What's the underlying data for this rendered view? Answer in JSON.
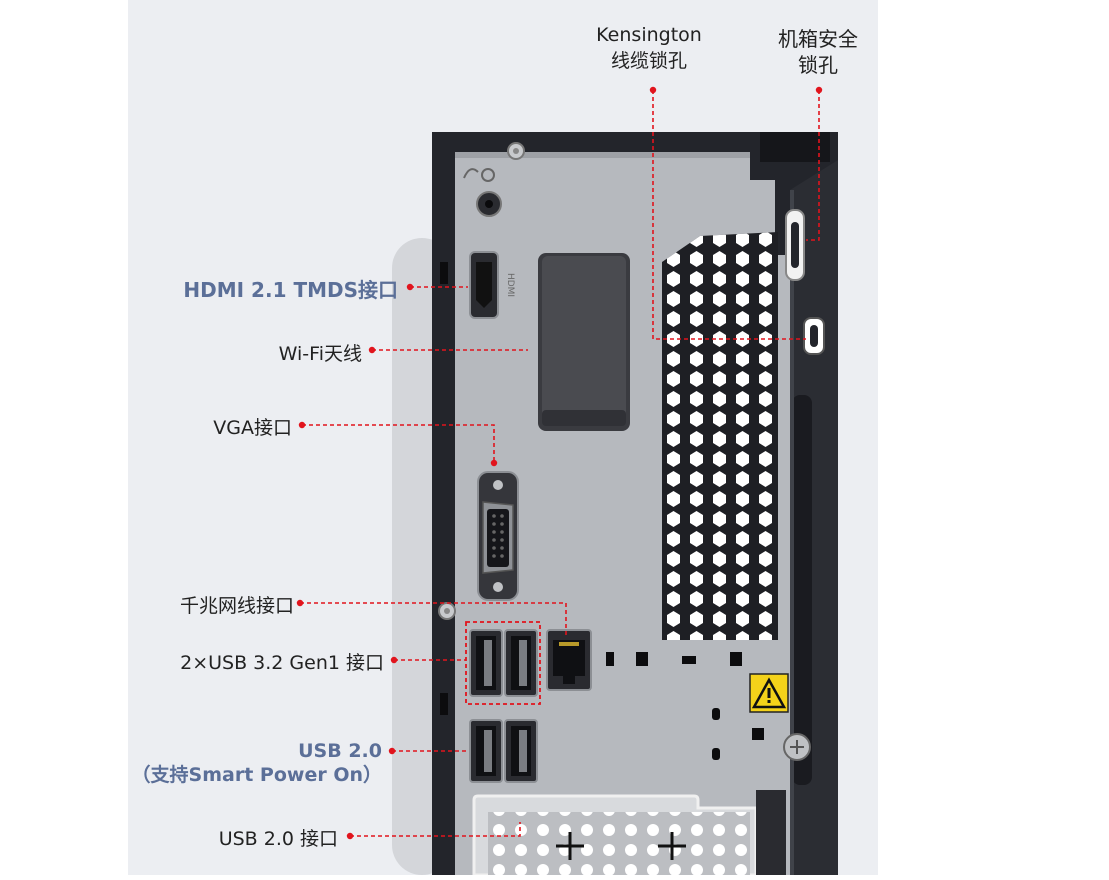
{
  "colors": {
    "page_bg": "#eceef2",
    "outer_bg": "#ffffff",
    "chassis_dark": "#23252b",
    "panel_metal": "#b6b9be",
    "grill": "#ffffff",
    "callout_line": "#e1141d",
    "accent_text": "#5b6f98",
    "label_text": "#222222",
    "warning_yellow": "#f4d21a"
  },
  "icons": [
    "kensington-lock-icon",
    "warning-triangle-icon",
    "audio-headset-icon",
    "hdmi-port-icon",
    "vga-port-icon",
    "ethernet-port-icon",
    "usb-port-icon"
  ],
  "labels": {
    "kensington_line1": "Kensington",
    "kensington_line2": "线缆锁孔",
    "chassis_lock_line1": "机箱安全",
    "chassis_lock_line2": "锁孔",
    "hdmi": "HDMI 2.1 TMDS接口",
    "wifi": "Wi-Fi天线",
    "vga": "VGA接口",
    "ethernet": "千兆网线接口",
    "usb32": "2×USB 3.2 Gen1 接口",
    "usb20_smart_line1": "USB 2.0",
    "usb20_smart_line2": "（支持Smart Power On）",
    "usb20": "USB 2.0 接口"
  },
  "port_engravings": {
    "hdmi": "HDMI"
  }
}
